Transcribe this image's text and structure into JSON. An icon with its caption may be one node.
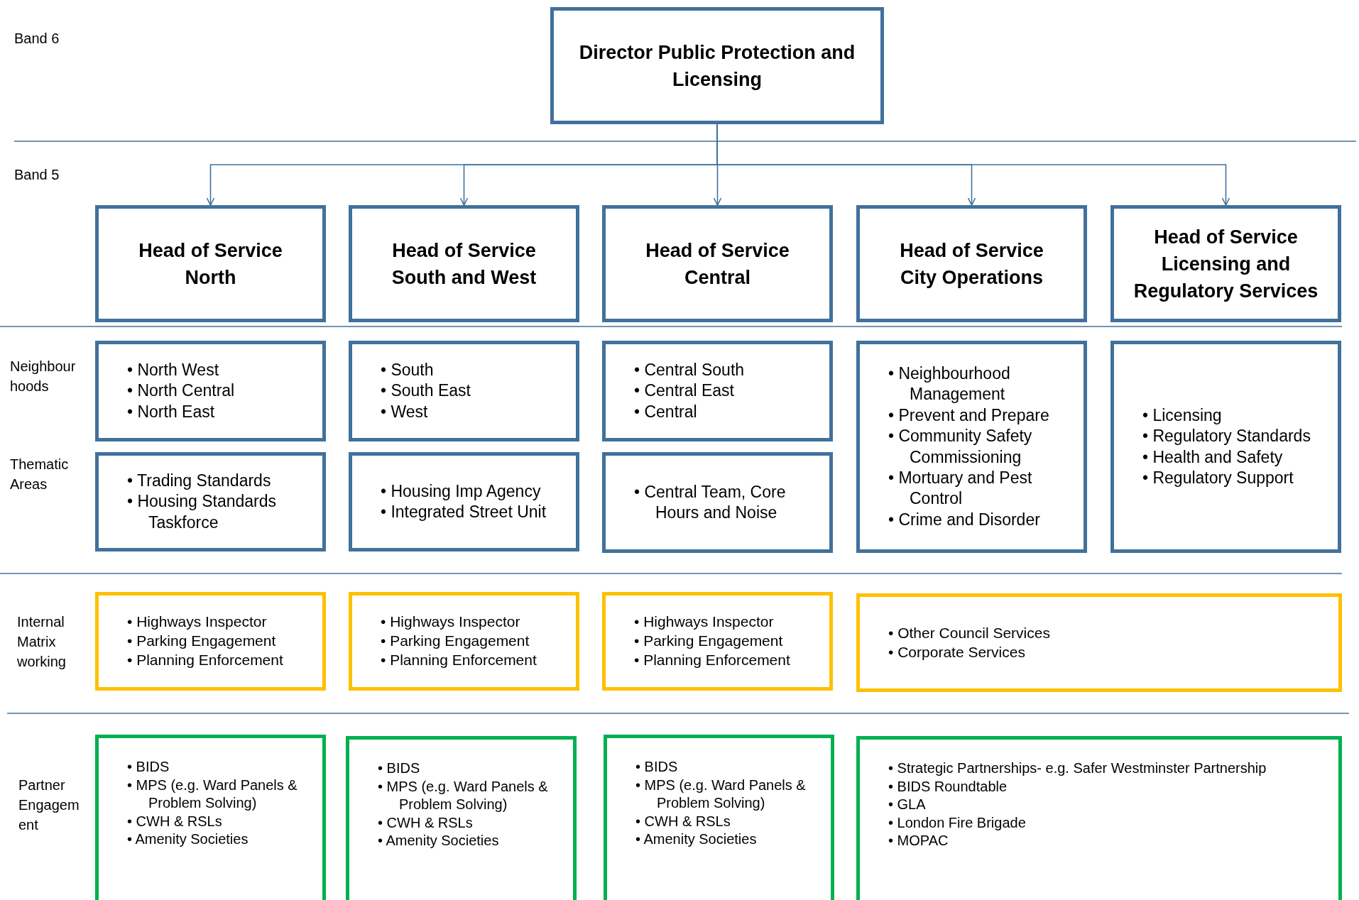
{
  "diagram": {
    "nodes": [
      {
        "text": [
          "Director Public Protection and Licensing"
        ]
      },
      {
        "text": [
          "Head of Service North"
        ]
      },
      {
        "text": [
          "Head of Service South and West"
        ]
      },
      {
        "text": [
          "Head of Service Central"
        ]
      },
      {
        "text": [
          "Head of Service City Operations"
        ]
      },
      {
        "text": [
          "Head of Service Licensing and Regulatory Services"
        ]
      },
      {
        "text": [
          "• North West",
          "• North Central",
          "• North East"
        ]
      },
      {
        "text": [
          "• South",
          "• South East",
          "• West"
        ]
      },
      {
        "text": [
          "• Central South",
          "• Central East",
          "• Central"
        ]
      },
      {
        "text": [
          "• Neighbourhood Management",
          "• Prevent and Prepare",
          "• Community Safety Commissioning",
          "• Mortuary and Pest Control",
          "• Crime and Disorder"
        ]
      },
      {
        "text": [
          "• Licensing",
          "• Regulatory Standards",
          "• Health and Safety",
          "• Regulatory Support"
        ]
      },
      {
        "text": [
          "• Trading Standards",
          "• Housing Standards Taskforce"
        ]
      },
      {
        "text": [
          "• Housing Imp Agency",
          "• Integrated Street Unit"
        ]
      },
      {
        "text": [
          "• Central Team, Core Hours and Noise"
        ]
      },
      {
        "text": [
          "• Highways Inspector",
          "• Parking Engagement",
          "• Planning Enforcement"
        ]
      },
      {
        "text": [
          "• Highways Inspector",
          "• Parking Engagement",
          "• Planning Enforcement"
        ]
      },
      {
        "text": [
          "• Highways Inspector",
          "• Parking Engagement",
          "• Planning Enforcement"
        ]
      },
      {
        "text": [
          "• Other Council Services",
          "• Corporate Services"
        ]
      },
      {
        "text": [
          "• BIDS",
          "• MPS (e.g. Ward Panels & Problem Solving)",
          "• CWH & RSLs",
          "• Amenity Societies"
        ]
      },
      {
        "text": [
          "• BIDS",
          "• MPS (e.g. Ward Panels & Problem Solving)",
          "• CWH & RSLs",
          "• Amenity Societies"
        ]
      },
      {
        "text": [
          "• BIDS",
          "• MPS (e.g. Ward Panels & Problem Solving)",
          "• CWH & RSLs",
          "• Amenity Societies"
        ]
      },
      {
        "text": [
          "• Strategic Partnerships- e.g. Safer Westminster Partnership",
          "• BIDS Roundtable",
          "• GLA",
          "• London Fire Brigade",
          "• MOPAC"
        ]
      }
    ],
    "edges": [
      {
        "from": 0,
        "to": 1,
        "arrow": "to"
      },
      {
        "from": 0,
        "to": 2,
        "arrow": "to"
      },
      {
        "from": 0,
        "to": 3,
        "arrow": "to"
      },
      {
        "from": 0,
        "to": 4,
        "arrow": "to"
      },
      {
        "from": 0,
        "to": 5,
        "arrow": "to"
      }
    ],
    "labels": [
      "Band 6",
      "Band 5",
      "Neighbour hoods",
      "Thematic Areas",
      "Internal Matrix working",
      "Partner Engagem ent"
    ]
  }
}
